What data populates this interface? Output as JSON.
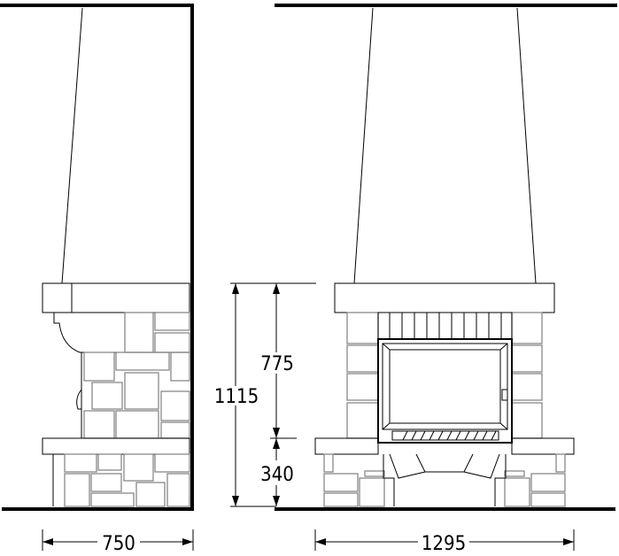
{
  "drawing": {
    "side_view": {
      "width_label": "750"
    },
    "front_view": {
      "width_label": "1295"
    },
    "dimensions": {
      "total_height": "1115",
      "upper_height": "775",
      "lower_height": "340"
    }
  }
}
